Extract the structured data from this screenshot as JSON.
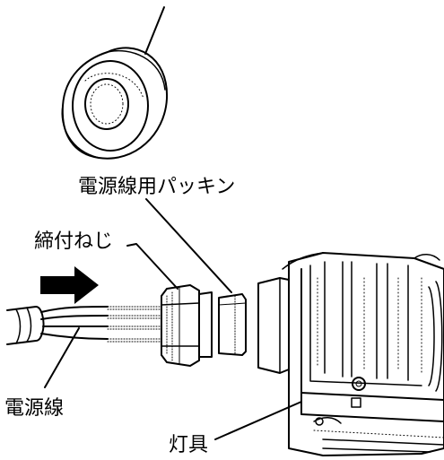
{
  "figure": {
    "labels": {
      "gasket": "電源線用パッキン",
      "screw": "締付ねじ",
      "cable": "電源線",
      "fixture": "灯具"
    },
    "arrow_direction": "right",
    "colors": {
      "ink": "#000000",
      "paper": "#ffffff",
      "shade": "#d9d9d9"
    }
  }
}
